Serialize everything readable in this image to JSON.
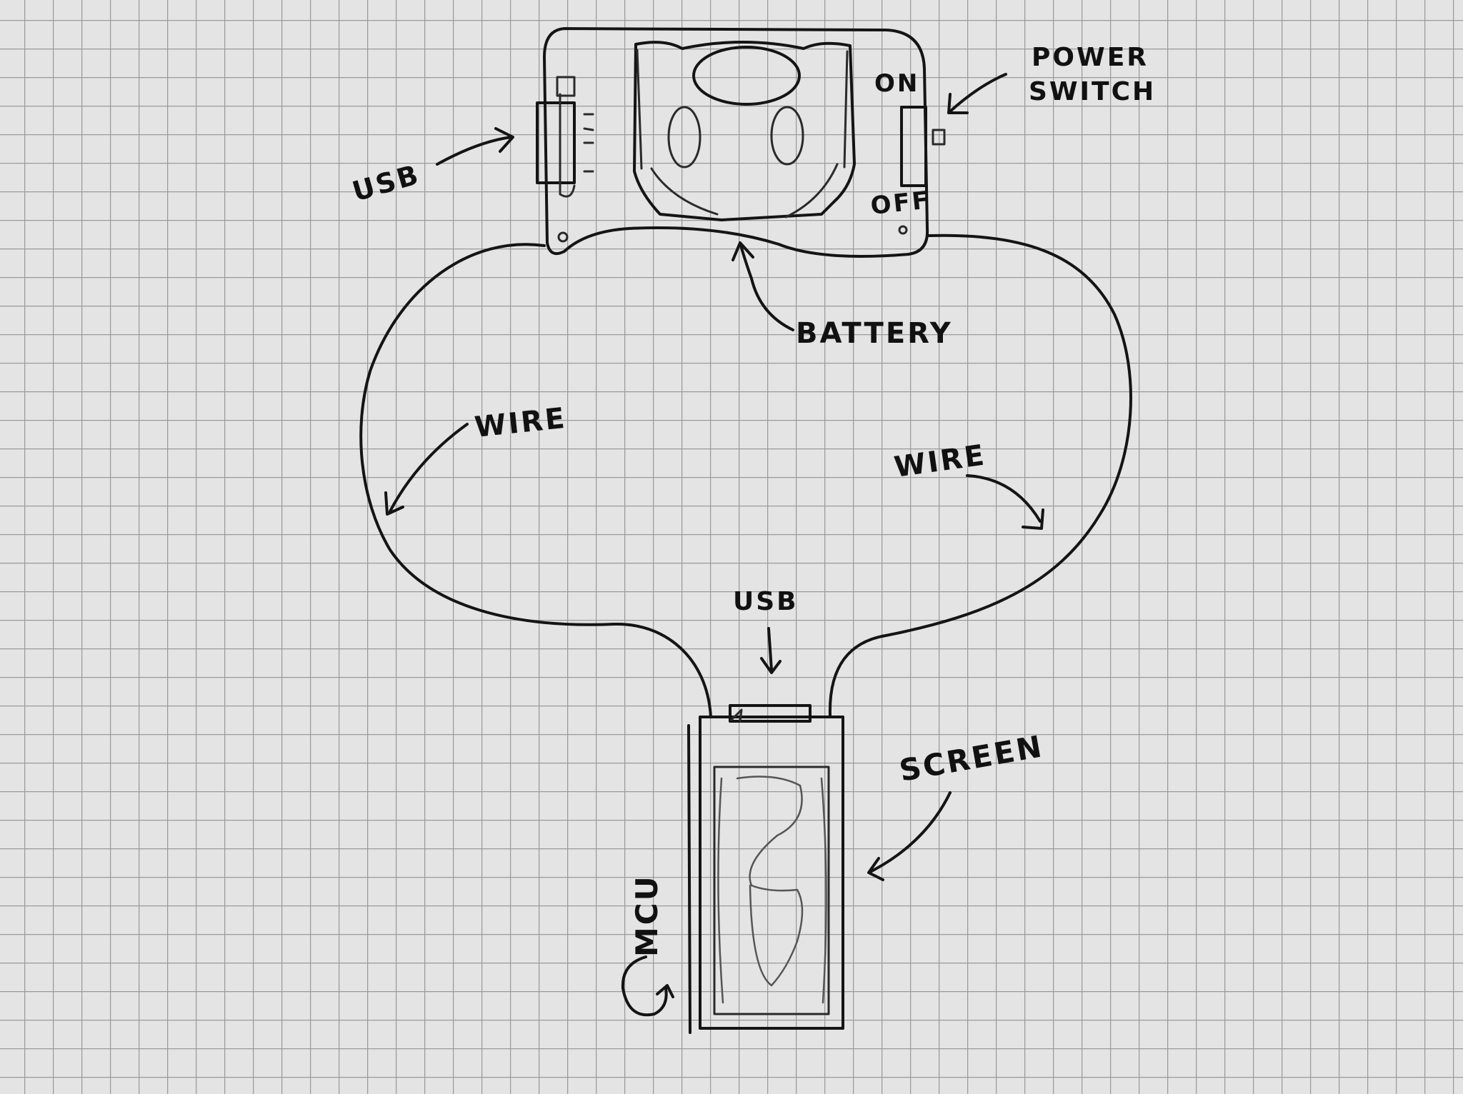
{
  "paper": {
    "background": "#e4e4e4",
    "grid_color": "#9a9a9a",
    "ink_color": "#141414"
  },
  "labels": {
    "usb_top": "USB",
    "power_switch_line1": "POWER",
    "power_switch_line2": "SWITCH",
    "on": "ON",
    "off": "OFF",
    "battery": "BATTERY",
    "wire_left": "WIRE",
    "wire_right": "WIRE",
    "usb_bottom": "USB",
    "screen": "SCREEN",
    "mcu": "MCU"
  }
}
